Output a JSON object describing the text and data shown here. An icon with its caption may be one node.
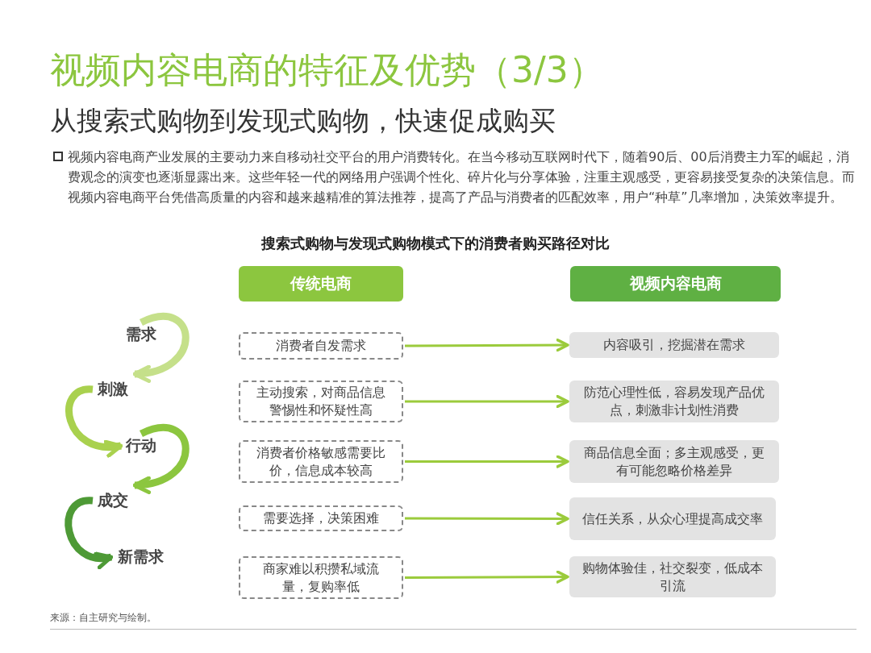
{
  "diagram": {
    "title": "视频内容电商的特征及优势（3/3）",
    "nodes": [
      {
        "text": [
          "需求"
        ]
      },
      {
        "text": [
          "刺激"
        ]
      },
      {
        "text": [
          "行动"
        ]
      },
      {
        "text": [
          "成交"
        ]
      },
      {
        "text": [
          "新需求"
        ]
      },
      {
        "text": [
          "传统电商"
        ]
      },
      {
        "text": [
          "视频内容电商"
        ]
      },
      {
        "text": [
          "消费者自发需求"
        ]
      },
      {
        "text": [
          "主动搜索，对商品信息警惕性和怀疑性高"
        ]
      },
      {
        "text": [
          "消费者价格敏感需要比价，信息成本较高"
        ]
      },
      {
        "text": [
          "需要选择，决策困难"
        ]
      },
      {
        "text": [
          "商家难以积攒私域流量，复购率低"
        ]
      },
      {
        "text": [
          "内容吸引，挖掘潜在需求"
        ]
      },
      {
        "text": [
          "防范心理性低，容易发现产品优点，刺激非计划性消费"
        ]
      },
      {
        "text": [
          "商品信息全面；多主观感受，更有可能忽略价格差异"
        ]
      },
      {
        "text": [
          "信任关系，从众心理提高成交率"
        ]
      },
      {
        "text": [
          "购物体验佳，社交裂变，低成本引流"
        ]
      }
    ],
    "edges": [
      {
        "from": 0,
        "to": 1,
        "arrow": "to",
        "style": "thick",
        "color": "#c5e08a"
      },
      {
        "from": 1,
        "to": 2,
        "arrow": "to",
        "style": "thick",
        "color": "#a9d14e"
      },
      {
        "from": 2,
        "to": 3,
        "arrow": "to",
        "style": "thick",
        "color": "#8cc63f"
      },
      {
        "from": 3,
        "to": 4,
        "arrow": "to",
        "style": "thick",
        "color": "#4e9a36"
      },
      {
        "from": 7,
        "to": 12,
        "arrow": "to"
      },
      {
        "from": 8,
        "to": 13,
        "arrow": "to"
      },
      {
        "from": 9,
        "to": 14,
        "arrow": "to"
      },
      {
        "from": 10,
        "to": 15,
        "arrow": "to"
      },
      {
        "from": 11,
        "to": 16,
        "arrow": "to"
      }
    ],
    "labels": [
      "从搜索式购物到发现式购物，快速促成购买",
      "视频内容电商产业发展的主要动力来自移动社交平台的用户消费转化。在当今移动互联网时代下，随着90后、00后消费主力军的崛起，消费观念的演变也逐渐显露出来。这些年轻一代的网络用户强调个性化、碎片化与分享体验，注重主观感受，更容易接受复杂的决策信息。而视频内容电商平台凭借高质量的内容和越来越精准的算法推荐，提高了产品与消费者的匹配效率，用户“种草”几率增加，决策效率提升。",
      "搜索式购物与发现式购物模式下的消费者购买路径对比",
      "来源：自主研究与绘制。"
    ]
  }
}
